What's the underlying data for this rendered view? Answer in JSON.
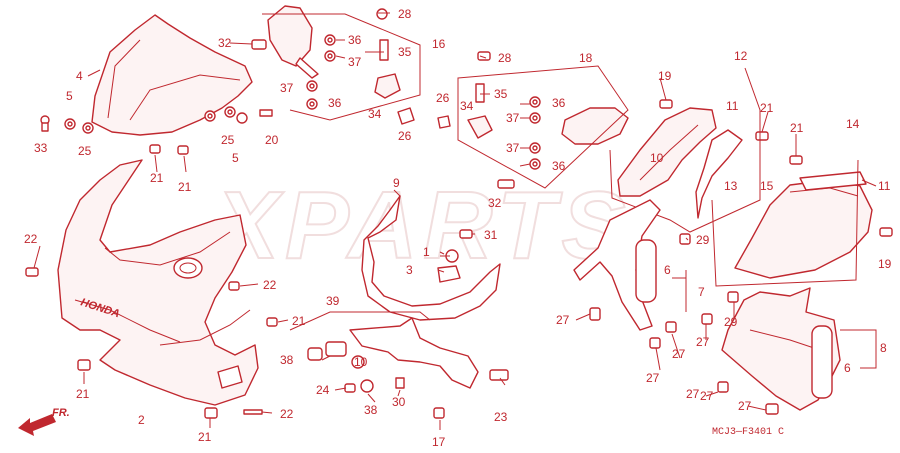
{
  "watermark": "XPARTS",
  "diagram_code": "MCJ3—F3401 C",
  "front_label": "FR.",
  "callouts": [
    {
      "id": "c1",
      "text": "4"
    },
    {
      "id": "c2",
      "text": "5"
    },
    {
      "id": "c3",
      "text": "33"
    },
    {
      "id": "c4",
      "text": "25"
    },
    {
      "id": "c5",
      "text": "21"
    },
    {
      "id": "c6",
      "text": "21"
    },
    {
      "id": "c7",
      "text": "25"
    },
    {
      "id": "c8",
      "text": "5"
    },
    {
      "id": "c9",
      "text": "20"
    },
    {
      "id": "c10",
      "text": "32"
    },
    {
      "id": "c11",
      "text": "28"
    },
    {
      "id": "c12",
      "text": "36"
    },
    {
      "id": "c13",
      "text": "35"
    },
    {
      "id": "c14",
      "text": "16"
    },
    {
      "id": "c15",
      "text": "37"
    },
    {
      "id": "c16",
      "text": "37"
    },
    {
      "id": "c17",
      "text": "36"
    },
    {
      "id": "c18",
      "text": "34"
    },
    {
      "id": "c19",
      "text": "26"
    },
    {
      "id": "c20",
      "text": "28"
    },
    {
      "id": "c21",
      "text": "18"
    },
    {
      "id": "c22",
      "text": "35"
    },
    {
      "id": "c23",
      "text": "26"
    },
    {
      "id": "c24",
      "text": "34"
    },
    {
      "id": "c25",
      "text": "36"
    },
    {
      "id": "c26",
      "text": "37"
    },
    {
      "id": "c27",
      "text": "37"
    },
    {
      "id": "c28",
      "text": "36"
    },
    {
      "id": "c29",
      "text": "32"
    },
    {
      "id": "c30",
      "text": "12"
    },
    {
      "id": "c31",
      "text": "19"
    },
    {
      "id": "c32",
      "text": "11"
    },
    {
      "id": "c33",
      "text": "21"
    },
    {
      "id": "c34",
      "text": "21"
    },
    {
      "id": "c35",
      "text": "10"
    },
    {
      "id": "c36",
      "text": "13"
    },
    {
      "id": "c37",
      "text": "14"
    },
    {
      "id": "c38",
      "text": "15"
    },
    {
      "id": "c39",
      "text": "11"
    },
    {
      "id": "c40",
      "text": "29"
    },
    {
      "id": "c41",
      "text": "19"
    },
    {
      "id": "c42",
      "text": "22"
    },
    {
      "id": "c43",
      "text": "9"
    },
    {
      "id": "c44",
      "text": "31"
    },
    {
      "id": "c45",
      "text": "1"
    },
    {
      "id": "c46",
      "text": "3"
    },
    {
      "id": "c47",
      "text": "22"
    },
    {
      "id": "c48",
      "text": "21"
    },
    {
      "id": "c49",
      "text": "39"
    },
    {
      "id": "c50",
      "text": "10"
    },
    {
      "id": "c51",
      "text": "38"
    },
    {
      "id": "c52",
      "text": "24"
    },
    {
      "id": "c53",
      "text": "38"
    },
    {
      "id": "c54",
      "text": "30"
    },
    {
      "id": "c55",
      "text": "23"
    },
    {
      "id": "c56",
      "text": "17"
    },
    {
      "id": "c57",
      "text": "2"
    },
    {
      "id": "c58",
      "text": "21"
    },
    {
      "id": "c59",
      "text": "22"
    },
    {
      "id": "c60",
      "text": "21"
    },
    {
      "id": "c61",
      "text": "27"
    },
    {
      "id": "c62",
      "text": "6"
    },
    {
      "id": "c63",
      "text": "7"
    },
    {
      "id": "c64",
      "text": "27"
    },
    {
      "id": "c65",
      "text": "27"
    },
    {
      "id": "c66",
      "text": "27"
    },
    {
      "id": "c67",
      "text": "29"
    },
    {
      "id": "c68",
      "text": "27"
    },
    {
      "id": "c69",
      "text": "8"
    },
    {
      "id": "c70",
      "text": "6"
    },
    {
      "id": "c71",
      "text": "27"
    },
    {
      "id": "c72",
      "text": "27"
    }
  ]
}
